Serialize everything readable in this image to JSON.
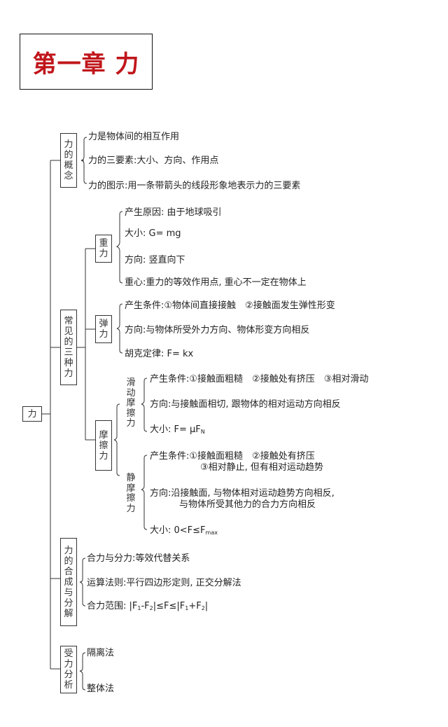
{
  "title": "第一章 力",
  "root": "力",
  "concept": {
    "label": "力的概念",
    "items": [
      "力是物体间的相互作用",
      "力的三要素:大小、方向、作用点",
      "力的图示:用一条带箭头的线段形象地表示力的三要素"
    ]
  },
  "common": {
    "label": "常见的三种力",
    "gravity": {
      "label": "重力",
      "items": [
        "产生原因: 由于地球吸引",
        "大小: G= mg",
        "方向: 竖直向下",
        "重心:重力的等效作用点, 重心不一定在物体上"
      ]
    },
    "elastic": {
      "label": "弹力",
      "items": [
        "产生条件:①物体间直接接触　②接触面发生弹性形变",
        "方向:与物体所受外力方向、物体形变方向相反",
        "胡克定律: F= kx"
      ]
    },
    "friction": {
      "label": "摩擦力",
      "sliding": {
        "label": "滑动摩擦力",
        "items": [
          "产生条件:①接触面粗糙　②接触处有挤压　③相对滑动",
          "方向:与接触面相切, 跟物体的相对运动方向相反",
          "大小: F= μF",
          "N"
        ]
      },
      "static": {
        "label": "静摩擦力",
        "items": [
          "产生条件:①接触面粗糙　②接触处有挤压",
          "③相对静止, 但有相对运动趋势",
          "方向:沿接触面, 与物体相对运动趋势方向相反,",
          "与物体所受其他力的合力方向相反",
          "大小: 0<F≤F",
          "max"
        ]
      }
    }
  },
  "composition": {
    "label": "力的合成与分解",
    "items": [
      "合力与分力:等效代替关系",
      "运算法则:平行四边形定则, 正交分解法",
      "合力范围: |F",
      "1",
      "-F",
      "2",
      "|≤F≤|F",
      "1",
      "+F",
      "2",
      "|"
    ]
  },
  "analysis": {
    "label": "受力分析",
    "items": [
      "隔离法",
      "整体法"
    ]
  }
}
